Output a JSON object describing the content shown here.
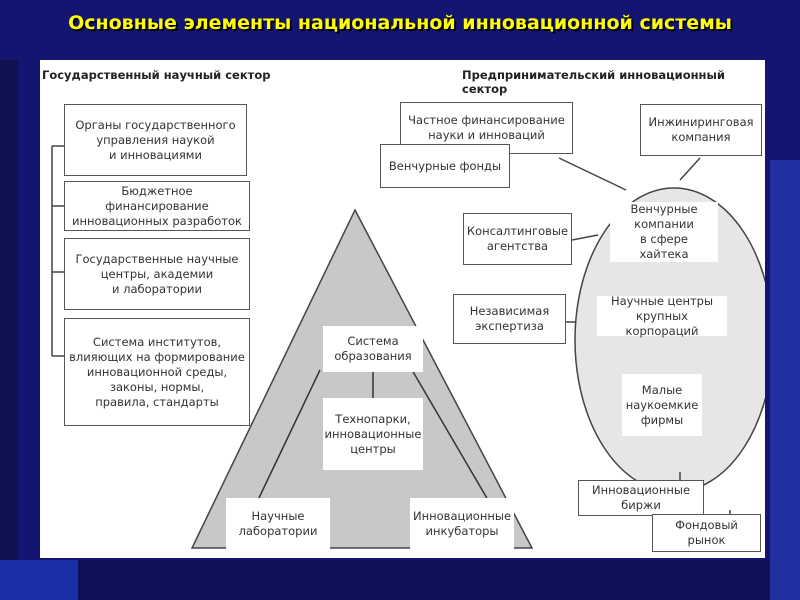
{
  "title": "Основные элементы национальной инновационной системы",
  "left_sector": {
    "title": "Государственный научный сектор",
    "items": [
      "Органы государственного\nуправления наукой\nи инновациями",
      "Бюджетное финансирование\nинновационных разработок",
      "Государственные научные\nцентры, академии\nи лаборатории",
      "Система институтов,\nвлияющих на формирование\nинновационной среды,\nзаконы, нормы,\nправила, стандарты"
    ]
  },
  "right_sector": {
    "title": "Предпринимательский инновационный сектор",
    "private_funding": "Частное финансирование\nнауки и инноваций",
    "venture_funds": "Венчурные фонды",
    "engineering": "Инжиниринговая\nкомпания",
    "consulting": "Консалтинговые\nагентства",
    "expertise": "Независимая\nэкспертиза",
    "exchanges": "Инновационные биржи",
    "stock_market": "Фондовый рынок",
    "oval_items": [
      "Венчурные\nкомпании\nв сфере хайтека",
      "Научные центры\nкрупных корпораций",
      "Малые\nнаукоемкие\nфирмы"
    ]
  },
  "pyramid": {
    "education": "Система\nобразования",
    "technoparks": "Технопарки,\nинновационные\nцентры",
    "labs": "Научные\nлаборатории",
    "incubators": "Инновационные\nинкубаторы"
  }
}
